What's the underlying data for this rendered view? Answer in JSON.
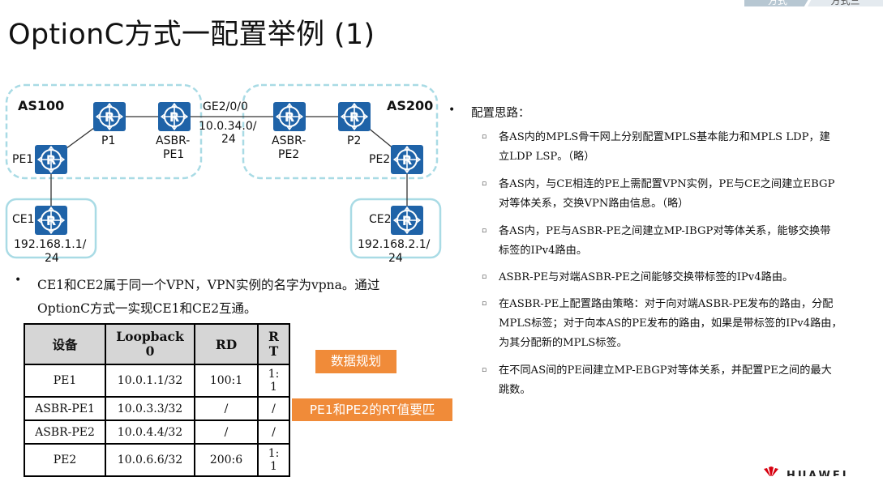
{
  "tabs": [
    "方式",
    "方式三"
  ],
  "title": "OptionC方式一配置举例 (1)",
  "diagram": {
    "as_left": "AS100",
    "as_right": "AS200",
    "nodes": {
      "p1": "P1",
      "asbr_pe1_a": "ASBR-",
      "asbr_pe1_b": "PE1",
      "asbr_pe2_a": "ASBR-",
      "asbr_pe2_b": "PE2",
      "p2": "P2",
      "pe1": "PE1",
      "pe2": "PE2",
      "ce1": "CE1",
      "ce2": "CE2"
    },
    "link_if": "GE2/0/0",
    "link_net_a": "10.0.34.0/",
    "link_net_b": "24",
    "ce1_net_a": "192.168.1.1/",
    "ce1_net_b": "24",
    "ce2_net_a": "192.168.2.1/",
    "ce2_net_b": "24"
  },
  "left_bullet": {
    "line1": "CE1和CE2属于同一个VPN，VPN实例的名字为vpna。通过",
    "line2": "OptionC方式一实现CE1和CE2互通。"
  },
  "table": {
    "headers": [
      "设备",
      "Loopback",
      "0",
      "RD",
      "R",
      "T"
    ],
    "rows": [
      {
        "device": "PE1",
        "loopback": "10.0.1.1/32",
        "rd": "100:1",
        "rt1": "1:",
        "rt2": "1"
      },
      {
        "device": "ASBR-PE1",
        "loopback": "10.0.3.3/32",
        "rd": "/",
        "rt1": "/",
        "rt2": ""
      },
      {
        "device": "ASBR-PE2",
        "loopback": "10.0.4.4/32",
        "rd": "/",
        "rt1": "/",
        "rt2": ""
      },
      {
        "device": "PE2",
        "loopback": "10.0.6.6/32",
        "rd": "200:6",
        "rt1": "1:",
        "rt2": "1"
      }
    ]
  },
  "tags": {
    "data_plan": "数据规划",
    "rt_match": "PE1和PE2的RT值要匹"
  },
  "right": {
    "heading": "配置思路：",
    "items": [
      {
        "l1": "各AS内的MPLS骨干网上分别配置MPLS基本能力和MPLS LDP，建",
        "l2": "立LDP LSP。（略）"
      },
      {
        "l1": "各AS内，与CE相连的PE上需配置VPN实例，PE与CE之间建立EBGP",
        "l2": "对等体关系，交换VPN路由信息。（略）"
      },
      {
        "l1": "各AS内，PE与ASBR-PE之间建立MP-IBGP对等体关系，能够交换带",
        "l2": "标签的IPv4路由。"
      },
      {
        "l1": "ASBR-PE与对端ASBR-PE之间能够交换带标签的IPv4路由。",
        "l2": ""
      },
      {
        "l1": "在ASBR-PE上配置路由策略：对于向对端ASBR-PE发布的路由，分配",
        "l2": "MPLS标签；对于向本AS的PE发布的路由，如果是带标签的IPv4路由，",
        "l3": "为其分配新的MPLS标签。"
      },
      {
        "l1": "在不同AS间的PE间建立MP-EBGP对等体关系，并配置PE之间的最大",
        "l2": "跳数。"
      }
    ]
  },
  "logo": "HUAWEI",
  "colors": {
    "router_blue": "#1f63a8",
    "as_border": "#a9dbe5",
    "tag_orange": "#f08b39"
  }
}
